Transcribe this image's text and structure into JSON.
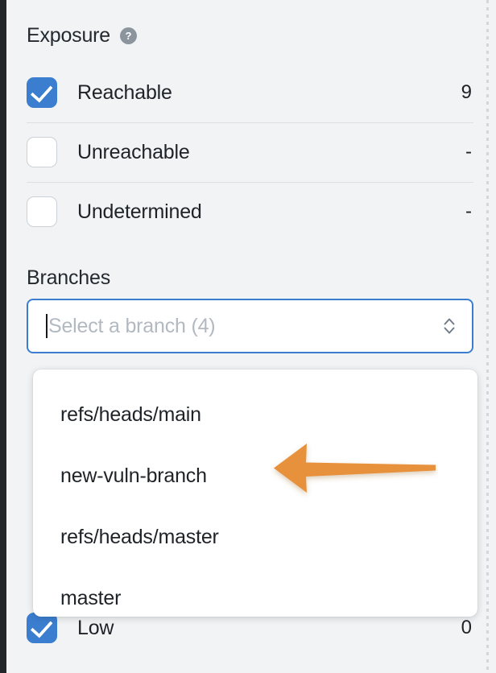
{
  "panel": {
    "exposure": {
      "title": "Exposure",
      "help_icon": "help-circle-icon",
      "rows": [
        {
          "label": "Reachable",
          "count": "9",
          "checked": true
        },
        {
          "label": "Unreachable",
          "count": "-",
          "checked": false
        },
        {
          "label": "Undetermined",
          "count": "-",
          "checked": false
        }
      ]
    },
    "branches": {
      "title": "Branches",
      "select": {
        "placeholder": "Select a branch (4)",
        "value": "",
        "selector_icon": "chevron-up-down-icon",
        "focused": true
      },
      "options": [
        "refs/heads/main",
        "new-vuln-branch",
        "refs/heads/master",
        "master"
      ]
    },
    "severity_partial": {
      "label": "Low",
      "count": "0",
      "checked": true
    }
  },
  "annotation": {
    "arrow_icon": "left-arrow-annotation",
    "points_at": "new-vuln-branch",
    "color": "#e8913c"
  },
  "colors": {
    "accent": "#3b7ed0",
    "background": "#f1f3f5",
    "surface": "#ffffff",
    "text": "#1f2328",
    "muted_text": "#b3b9c1",
    "divider": "#dcdfe3",
    "rail": "#22262b",
    "annotation": "#e8913c"
  }
}
